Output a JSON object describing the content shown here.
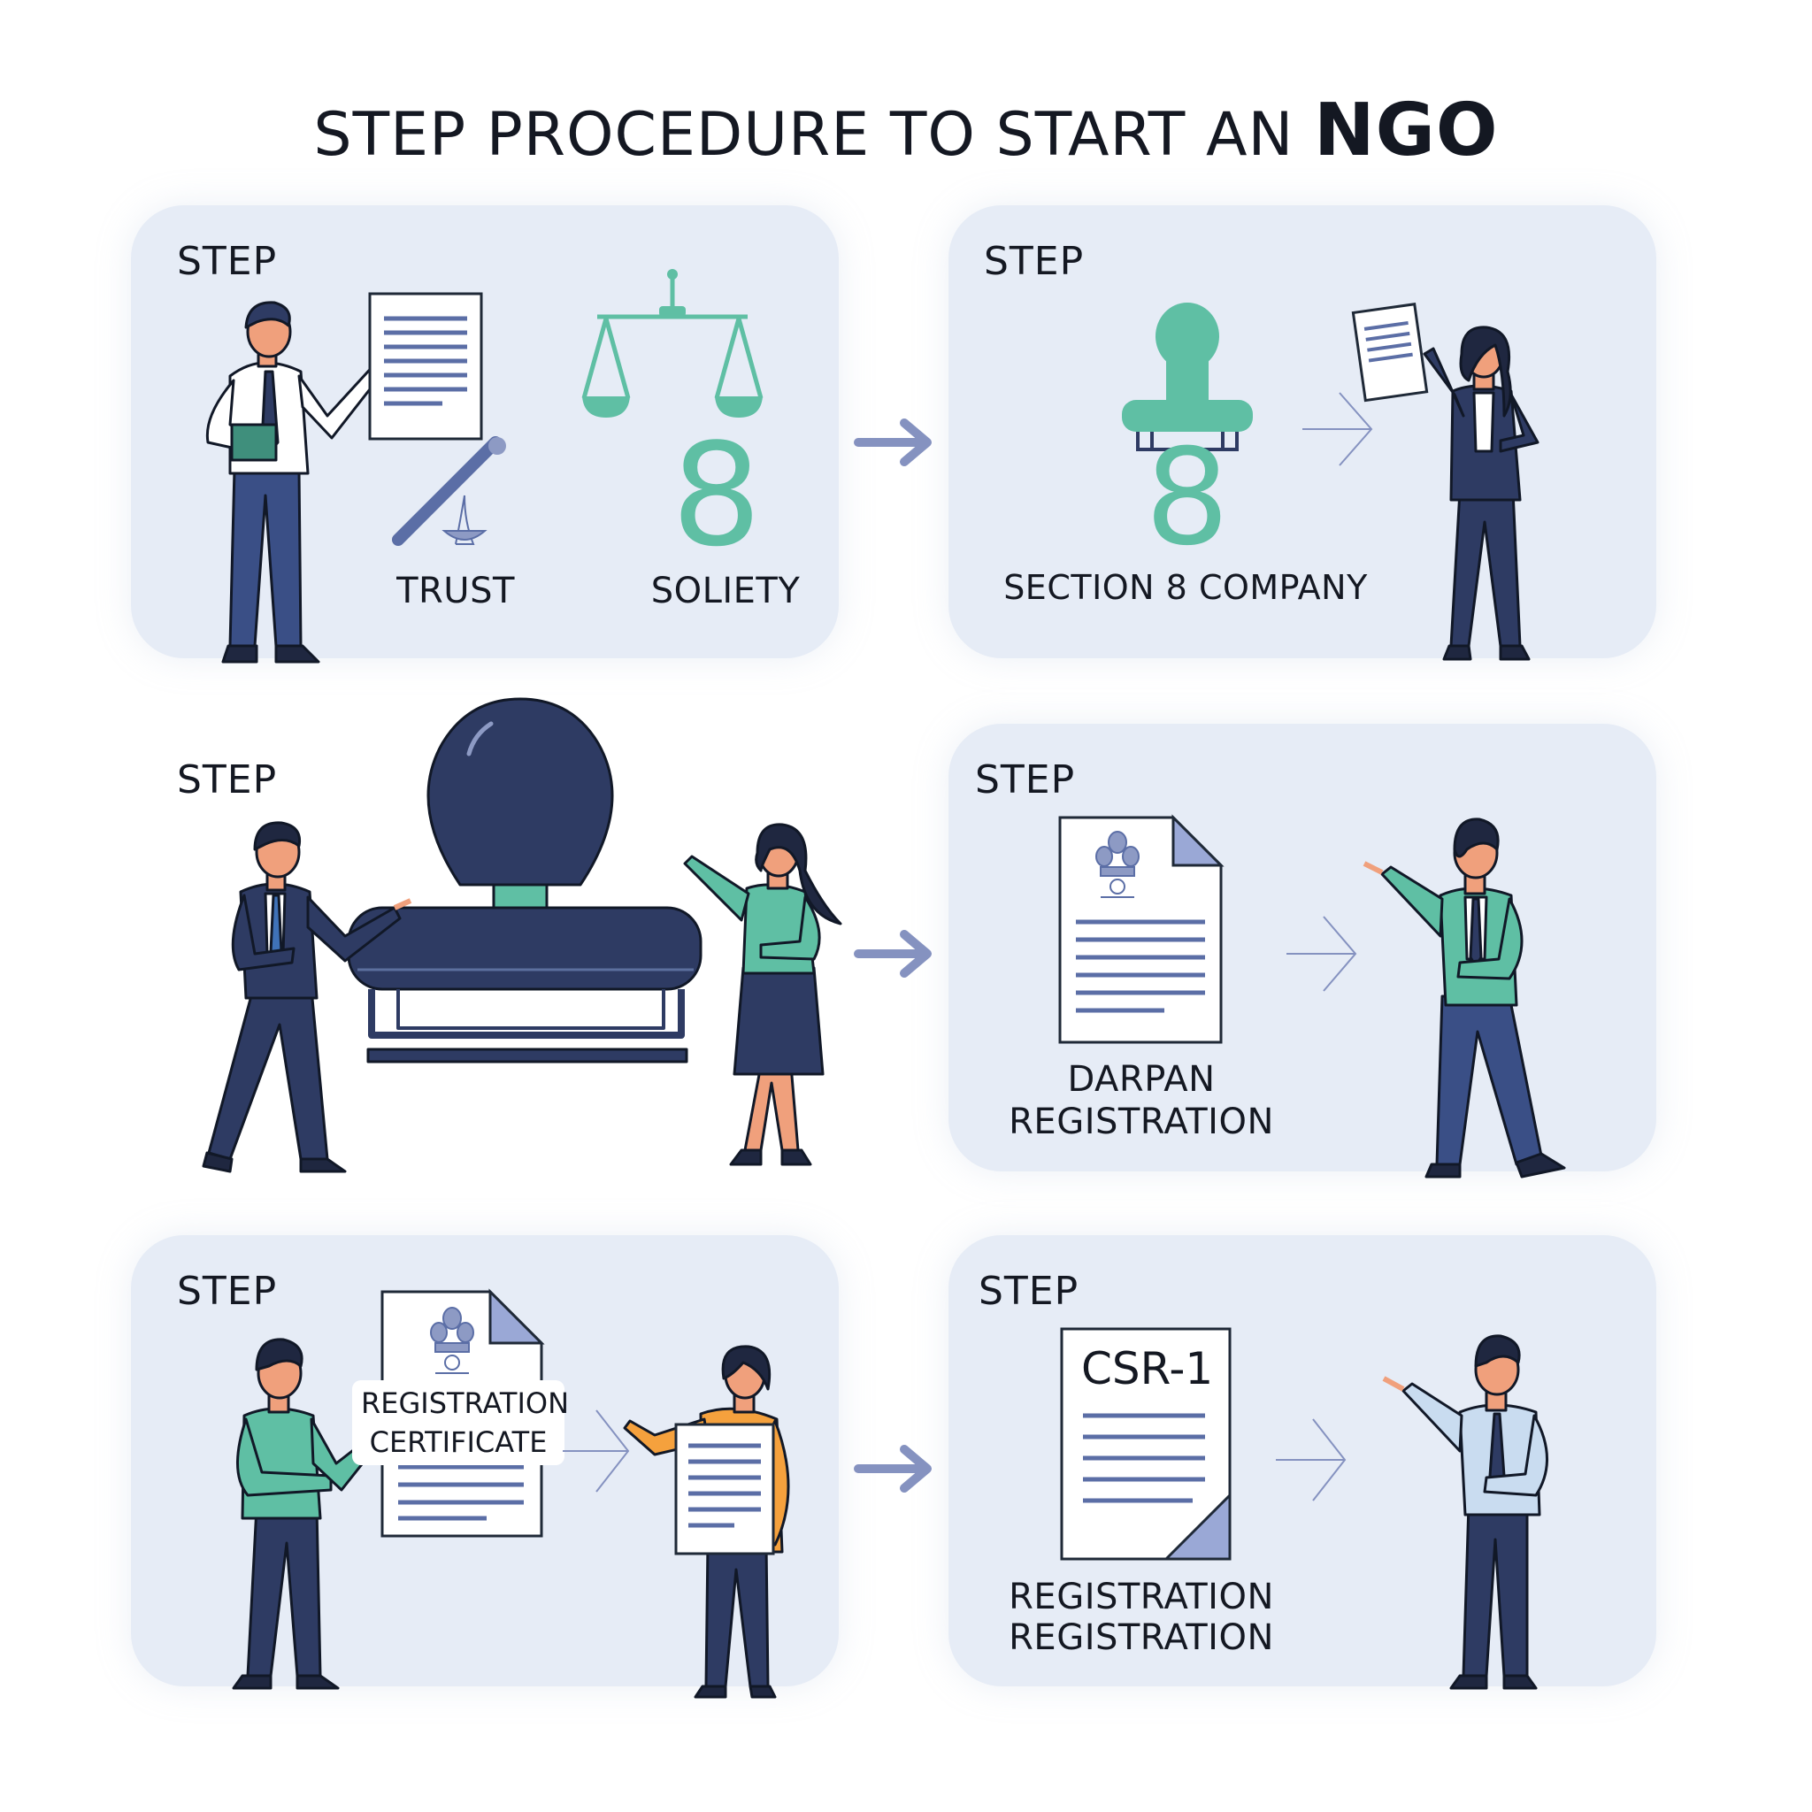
{
  "title": {
    "prefix": "STEP PROCEDURE TO START AN ",
    "emphasis": "NGO"
  },
  "steps": [
    {
      "label": "STEP",
      "captions": [
        "TRUST",
        "SOLIETY"
      ],
      "number": "8"
    },
    {
      "label": "STEP",
      "captions": [
        "SECTION 8 COMPANY"
      ],
      "number": "8"
    },
    {
      "label": "STEP"
    },
    {
      "label": "STEP",
      "captions": [
        "DARPAN",
        "REGISTRATION"
      ]
    },
    {
      "label": "STEP",
      "captions": [
        "REGISTRATION",
        "CERTIFICATE"
      ]
    },
    {
      "label": "STEP",
      "doc_title": "CSR-1",
      "captions": [
        "REGISTRATION",
        "REGISTRATION"
      ]
    }
  ],
  "colors": {
    "panel": "#e6ecf6",
    "teal": "#5fbfa4",
    "navy": "#2e3b63",
    "arrow": "#8592c0",
    "doc_corner": "#9aa8d6"
  },
  "icons": [
    "scales-icon",
    "gavel-icon",
    "stamp-icon",
    "document-icon",
    "emblem-icon",
    "arrow-right-icon"
  ]
}
